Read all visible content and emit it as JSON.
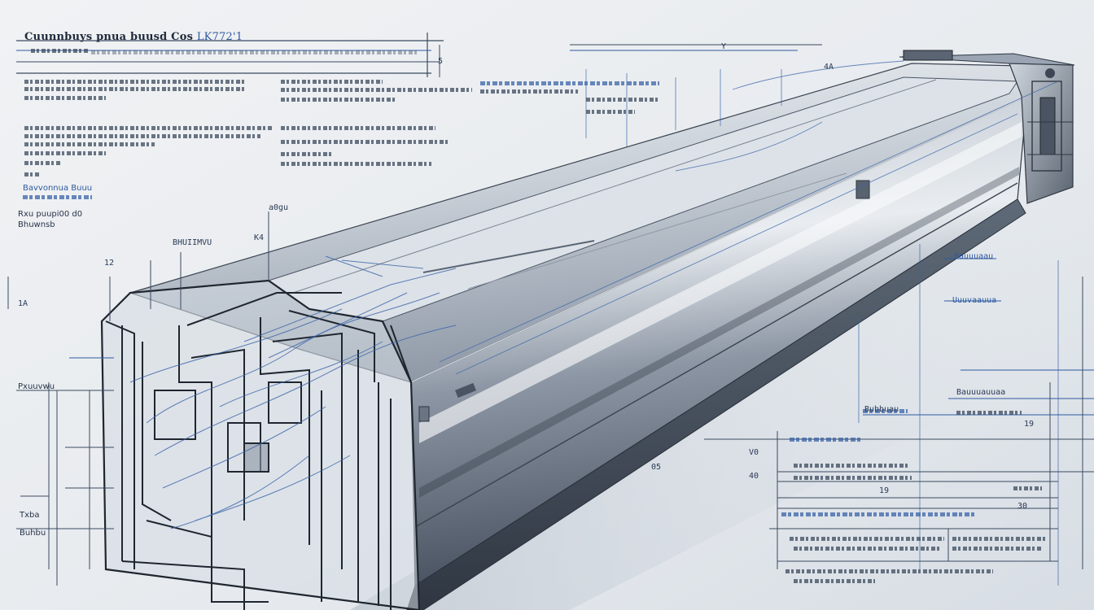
{
  "title": {
    "main": "Cuunnbuys pnua buusd Cos",
    "code": "LK772'1"
  },
  "labels": {
    "left_blue_1": "Bavvonnua Buuu",
    "left_2": "Rxu puupi00 d0",
    "left_3": "Bhuwnsb",
    "left_4": "Pxuuvwu",
    "left_tab_1": "Txba",
    "left_tab_2": "Buhbu",
    "mid_1": "a0gu",
    "mid_2": "BHUIIMVU",
    "mid_3": "K4",
    "mid_4": "12",
    "mid_5": "1A",
    "top_1": "5",
    "top_2": "Y",
    "top_3": "4A",
    "right_1": "Bauuuaau",
    "right_2": "Uuuvaauua",
    "right_3": "Bauuuauuaa",
    "right_4": "Bubbuau",
    "right_5": "V0",
    "right_6": "19",
    "right_7": "05",
    "right_8": "40",
    "right_9": "19",
    "right_10": "30"
  },
  "colors": {
    "paper": "#eceff2",
    "ink": "#2a3a55",
    "blueprint": "#2d5aa0",
    "steel_light": "#dfe4ea",
    "steel_dark": "#3d4654"
  }
}
